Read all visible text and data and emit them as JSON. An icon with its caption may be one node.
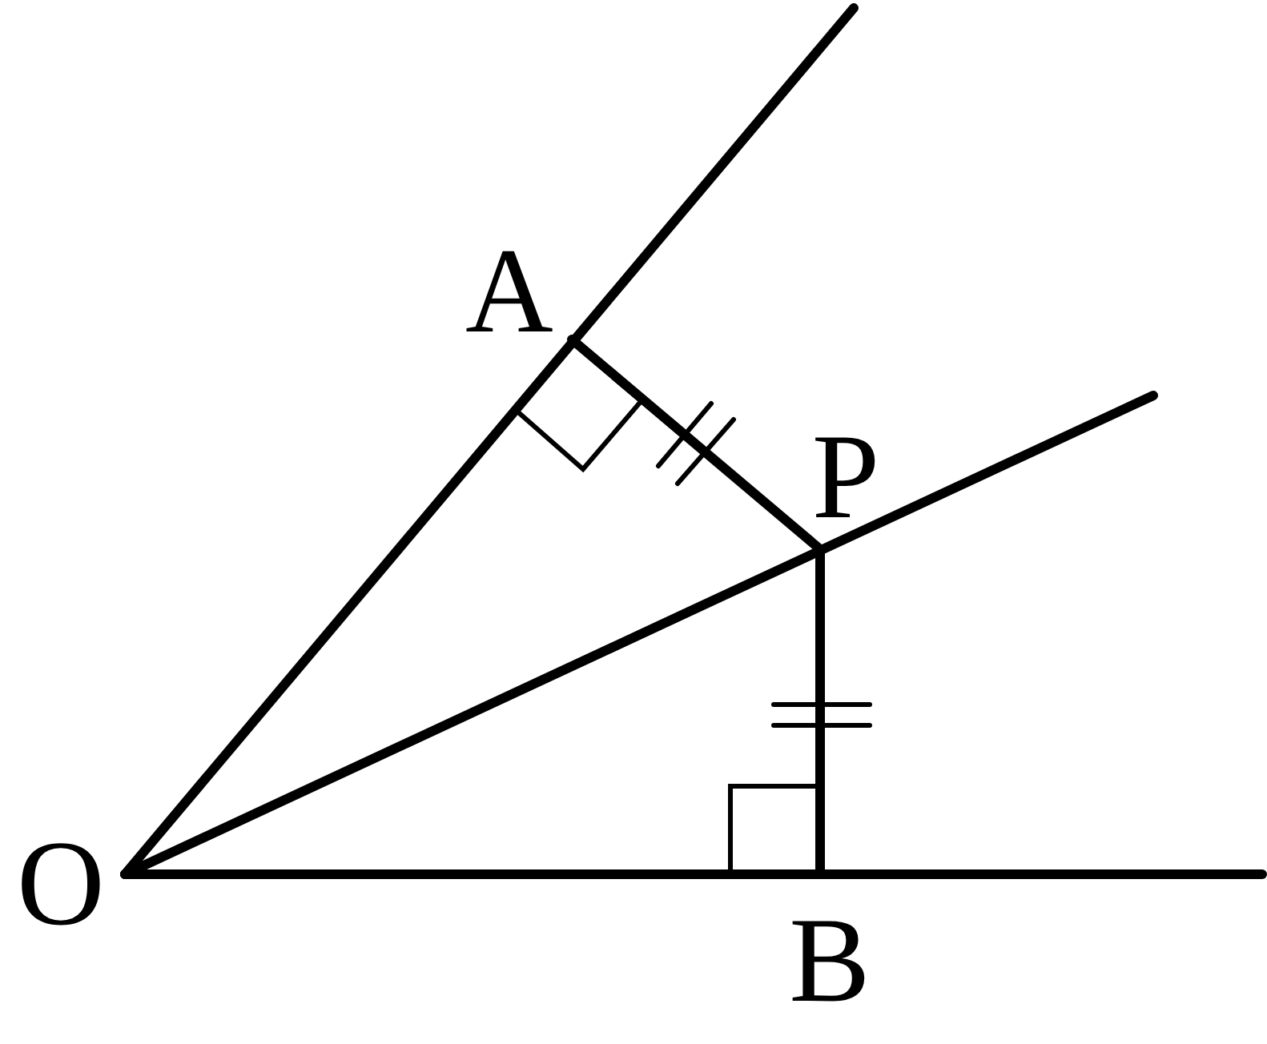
{
  "diagram": {
    "labels": [
      "A",
      "P",
      "O",
      "B"
    ]
  }
}
